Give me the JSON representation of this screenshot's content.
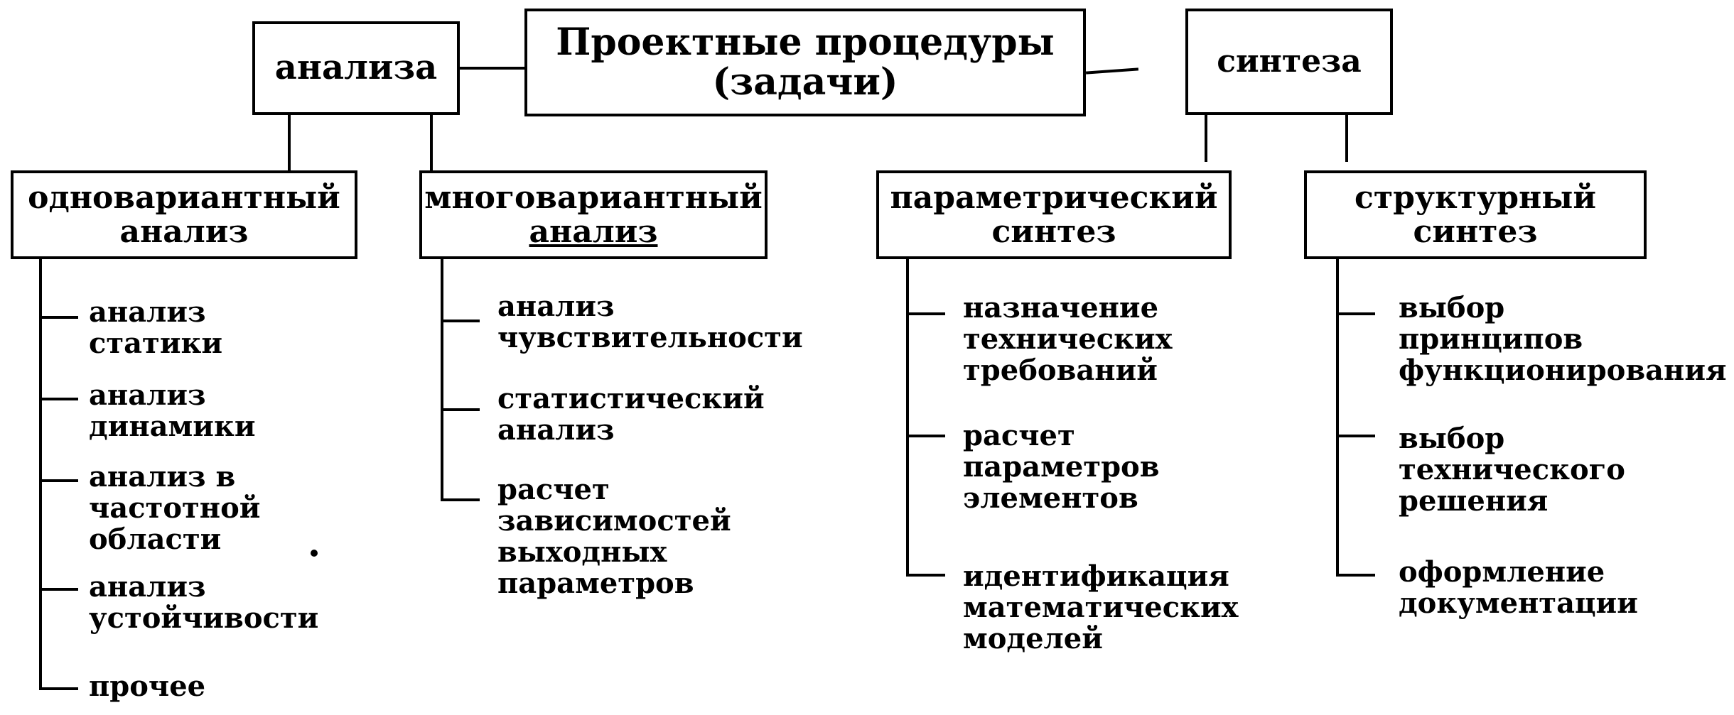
{
  "root": {
    "line1": "Проектные процедуры",
    "line2": "(задачи)"
  },
  "analysis": {
    "label": "анализа"
  },
  "synthesis": {
    "label": "синтеза"
  },
  "single": {
    "line1": "одновариантный",
    "line2": "анализ"
  },
  "multi": {
    "line1": "многовариантный",
    "line2": "анализ"
  },
  "param": {
    "line1": "параметрический",
    "line2": "синтез"
  },
  "struct": {
    "line1": "структурный",
    "line2": "синтез"
  },
  "single_items": [
    "анализ\nстатики",
    "анализ\nдинамики",
    "анализ в\nчастотной\nобласти",
    "анализ\nустойчивости",
    "прочее"
  ],
  "multi_items": [
    "анализ\nчувствительности",
    "статистический\nанализ",
    "расчет\nзависимостей\nвыходных\nпараметров"
  ],
  "param_items": [
    "назначение\nтехнических\nтребований",
    "расчет\nпараметров\nэлементов",
    "идентификация\nматематических\nмоделей"
  ],
  "struct_items": [
    "выбор\nпринципов\nфункционирования",
    "выбор\nтехнического\nрешения",
    "оформление\nдокументации"
  ]
}
